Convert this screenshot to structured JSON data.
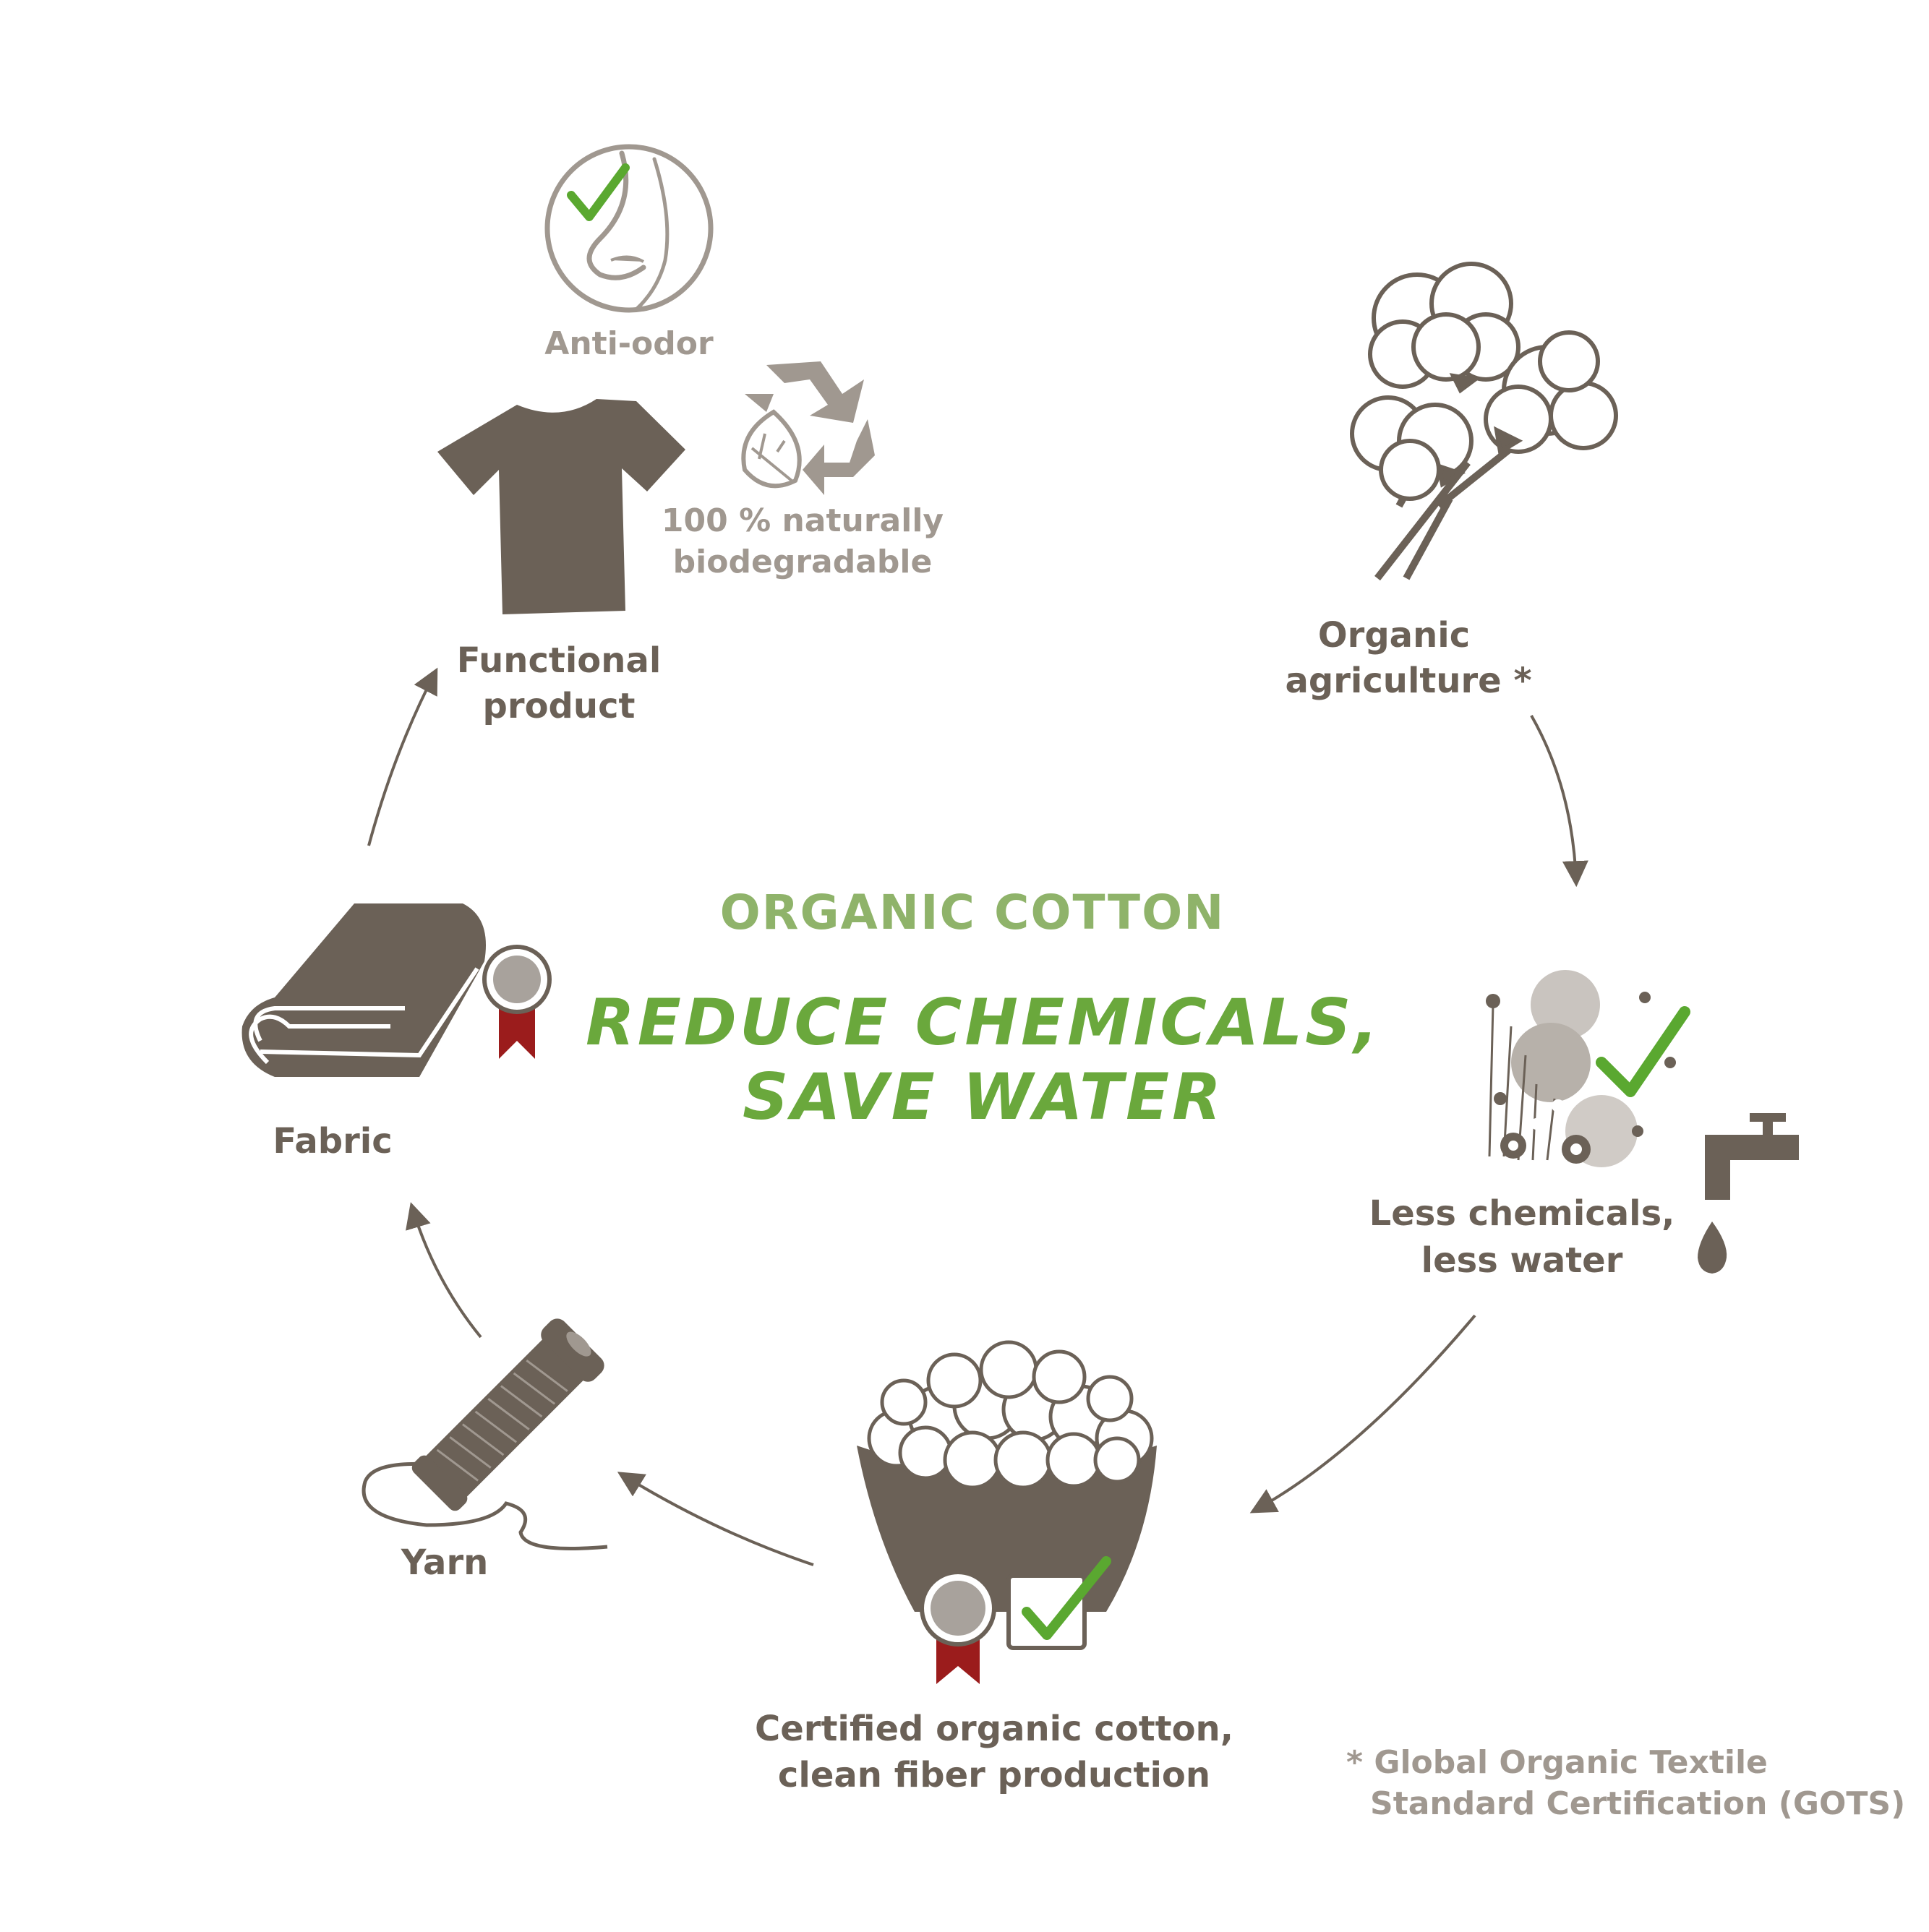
{
  "center": {
    "title": "ORGANIC COTTON",
    "tagline_line1": "REDUCE CHEMICALS,",
    "tagline_line2": "SAVE WATER"
  },
  "badges": {
    "anti_odor": "Anti-odor",
    "biodegradable_line1": "100 % naturally",
    "biodegradable_line2": "biodegradable"
  },
  "steps": {
    "organic_agriculture_line1": "Organic",
    "organic_agriculture_line2": "agriculture *",
    "less_chemicals_line1": "Less chemicals,",
    "less_chemicals_line2": "less water",
    "certified_line1": "Certified organic cotton,",
    "certified_line2": "clean fiber production",
    "yarn": "Yarn",
    "fabric": "Fabric",
    "functional_line1": "Functional",
    "functional_line2": "product"
  },
  "footnote": {
    "line1": "* Global Organic Textile",
    "line2": "Standard Certification (GOTS)"
  },
  "colors": {
    "brown": "#6b6157",
    "light_grey": "#a09890",
    "green_title": "#8fb36a",
    "green_tagline": "#6aa83c",
    "green_check": "#5aa830",
    "ribbon_red": "#9b1c1c"
  }
}
